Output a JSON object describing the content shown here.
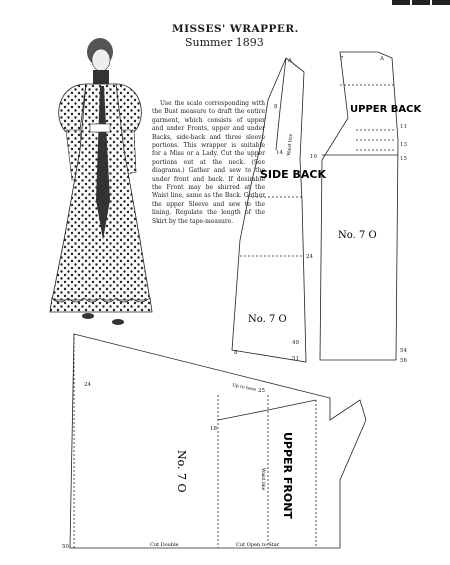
{
  "document": {
    "title": "MISSES' WRAPPER.",
    "subtitle": "Summer 1893",
    "instructions": "Use the scale corresponding with the Bust measure to draft the entire garment, which consists of upper and under Fronts, upper and under Backs, side-back and three sleeve portions. This wrapper is suitable for a Miss or a Lady. Cut the upper portions out at the neck. (See diagrams.) Gather and sew to the under front and back. If desirable the Front may be shirred at the Waist line, same as the Back. Gather the upper Sleeve and sew to the lining. Regulate the length of the Skirt by the tape-measure."
  },
  "pieces": {
    "side_back": {
      "name": "SIDE BACK",
      "number": "No. 7 O"
    },
    "upper_back": {
      "name": "UPPER BACK",
      "number": "No. 7 O"
    },
    "upper_front": {
      "name": "UPPER FRONT",
      "number": "No. 7 O"
    }
  },
  "pattern_labels": {
    "waist_line": "Waist line",
    "cut_double": "Cut Double",
    "cut_open_to_star": "Cut Open to Star",
    "up_to_here": "Up to here"
  },
  "numbers": {
    "sb_top": "A",
    "sb_8": "8",
    "sb_14": "14",
    "sb_24": "24",
    "sb_8b": "8",
    "sb_49": "49",
    "sb_51": "51",
    "ub_A": "A",
    "ub_7": "7",
    "ub_11": "11",
    "ub_10": "10",
    "ub_13": "13",
    "ub_15": "15",
    "ub_54": "54",
    "ub_56": "56",
    "uf_24": "24",
    "uf_18": "18",
    "uf_25": "25",
    "uf_50": "50"
  }
}
